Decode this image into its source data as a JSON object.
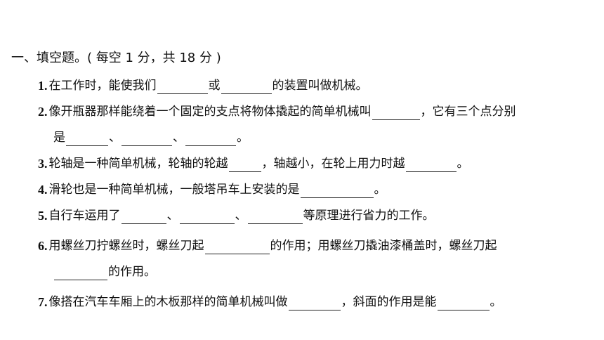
{
  "section": {
    "title": "一、填空题。( 每空 1 分，共 18 分 )"
  },
  "questions": [
    {
      "num": "1.",
      "parts": [
        "在工作时，能使我们",
        "或",
        "的装置叫做机械。"
      ]
    },
    {
      "num": "2.",
      "parts": [
        "像开瓶器那样能绕着一个固定的支点将物体撬起的简单机械叫",
        "，它有三个点分别"
      ],
      "cont": [
        "是",
        "、",
        "、",
        "。"
      ]
    },
    {
      "num": "3.",
      "parts": [
        "轮轴是一种简单机械，轮轴的轮越",
        "，轴越小，在轮上用力时越",
        "。"
      ]
    },
    {
      "num": "4.",
      "parts": [
        "滑轮也是一种简单机械，一般塔吊车上安装的是",
        "。"
      ]
    },
    {
      "num": "5.",
      "parts": [
        "自行车运用了",
        "、",
        "、",
        "等原理进行省力的工作。"
      ]
    },
    {
      "num": "6.",
      "parts": [
        "用螺丝刀拧螺丝时，螺丝刀起",
        "的作用；用螺丝刀撬油漆桶盖时，螺丝刀起"
      ],
      "cont": [
        "的作用。"
      ]
    },
    {
      "num": "7.",
      "parts": [
        "像搭在汽车车厢上的木板那样的简单机械叫做",
        "，斜面的作用是能",
        "。"
      ]
    }
  ]
}
